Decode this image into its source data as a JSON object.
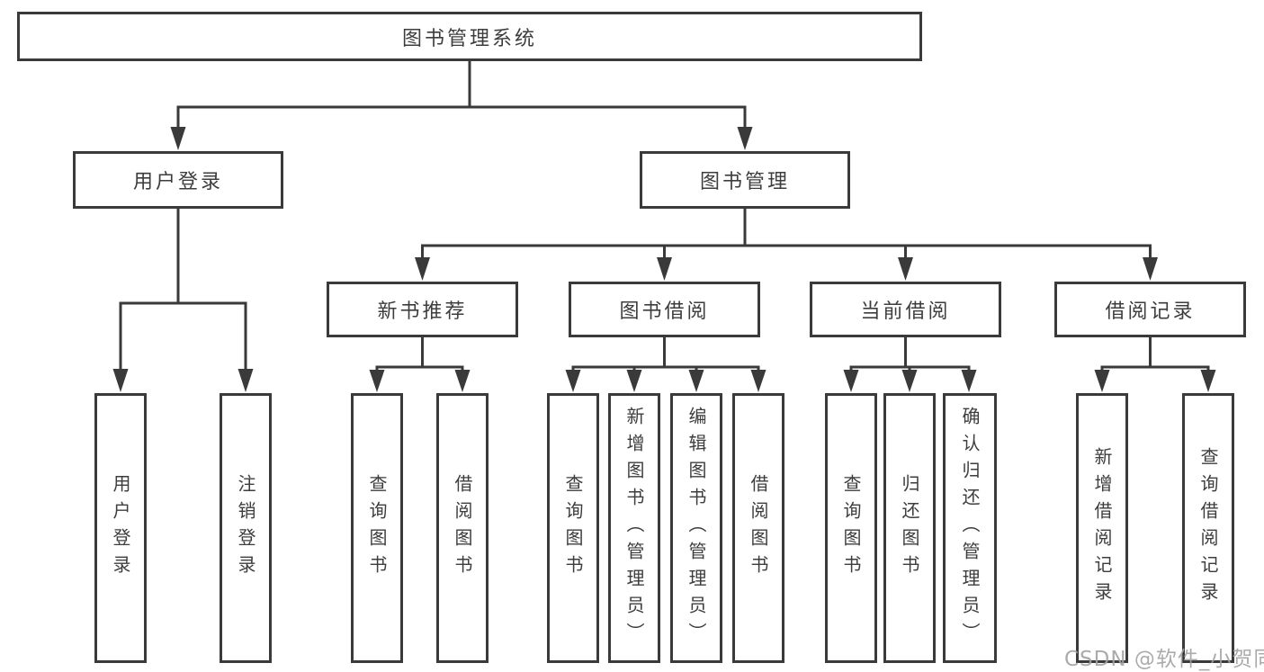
{
  "diagram": {
    "root": {
      "label": "图书管理系统"
    },
    "level2": [
      {
        "label": "用户登录"
      },
      {
        "label": "图书管理"
      }
    ],
    "level3": [
      {
        "label": "新书推荐"
      },
      {
        "label": "图书借阅"
      },
      {
        "label": "当前借阅"
      },
      {
        "label": "借阅记录"
      }
    ],
    "leaves": {
      "user_login": [
        "用户登录",
        "注销登录"
      ],
      "new_book_recommend": [
        "查询图书",
        "借阅图书"
      ],
      "book_borrow": [
        "查询图书",
        "新增图书（管理员）",
        "编辑图书（管理员）",
        "借阅图书"
      ],
      "current_borrow": [
        "查询图书",
        "归还图书",
        "确认归还（管理员）"
      ],
      "borrow_records": [
        "新增借阅记录",
        "查询借阅记录"
      ]
    }
  },
  "watermark": {
    "text": "CSDN @软件_小贺同学"
  },
  "colors": {
    "line": "#3a3a3a",
    "text": "#3d3d3d",
    "background": "#ffffff",
    "watermark": "#a3a3a3"
  }
}
